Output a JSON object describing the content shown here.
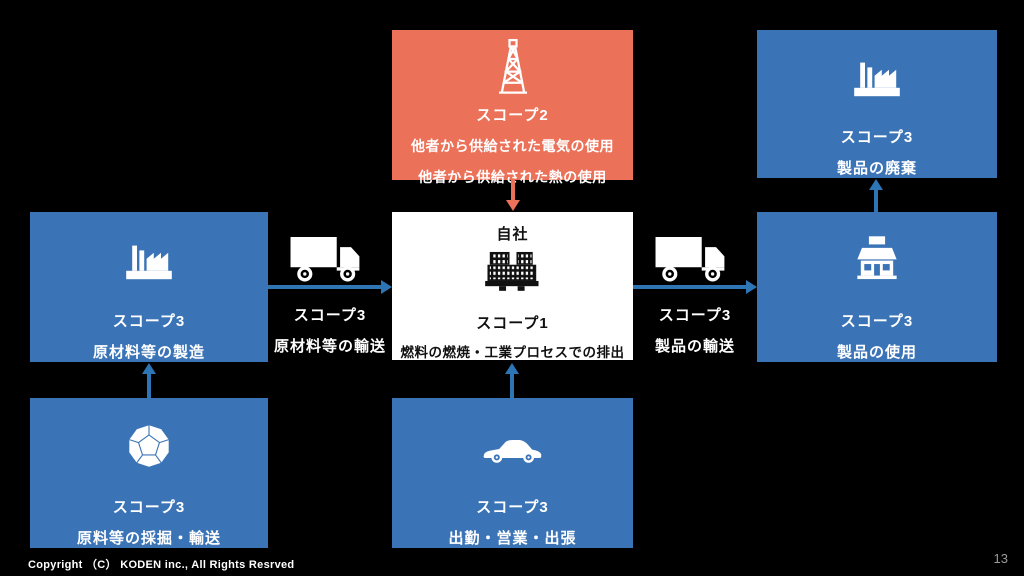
{
  "colors": {
    "background": "#000000",
    "box_blue": "#3B74B6",
    "box_orange": "#EC7159",
    "own_box_bg": "#FFFFFF",
    "arrow_blue": "#2E75B6",
    "arrow_red": "#EC7159"
  },
  "boxes": {
    "scope2": {
      "icon": "oil-derrick-icon",
      "title": "スコープ2",
      "lines": [
        "他者から供給された電気の使用",
        "他者から供給された熱の使用"
      ]
    },
    "disposal": {
      "icon": "factory-icon",
      "title": "スコープ3",
      "label": "製品の廃棄"
    },
    "materials_mfg": {
      "icon": "factory-icon",
      "title": "スコープ3",
      "label": "原材料等の製造"
    },
    "own_company": {
      "header": "自社",
      "icon": "office-building-icon",
      "title": "スコープ1",
      "label": "燃料の燃焼・工業プロセスでの排出"
    },
    "product_use": {
      "icon": "store-icon",
      "title": "スコープ3",
      "label": "製品の使用"
    },
    "extraction": {
      "icon": "dodecahedron-icon",
      "title": "スコープ3",
      "label": "原料等の採掘・輸送"
    },
    "commute": {
      "icon": "car-icon",
      "title": "スコープ3",
      "label": "出勤・営業・出張"
    }
  },
  "transports": {
    "materials": {
      "icon": "truck-icon",
      "title": "スコープ3",
      "label": "原材料等の輸送"
    },
    "products": {
      "icon": "truck-icon",
      "title": "スコープ3",
      "label": "製品の輸送"
    }
  },
  "footer": {
    "copyright": "Copyright （C） KODEN inc., All Rights Resrved",
    "page_number": "13"
  }
}
